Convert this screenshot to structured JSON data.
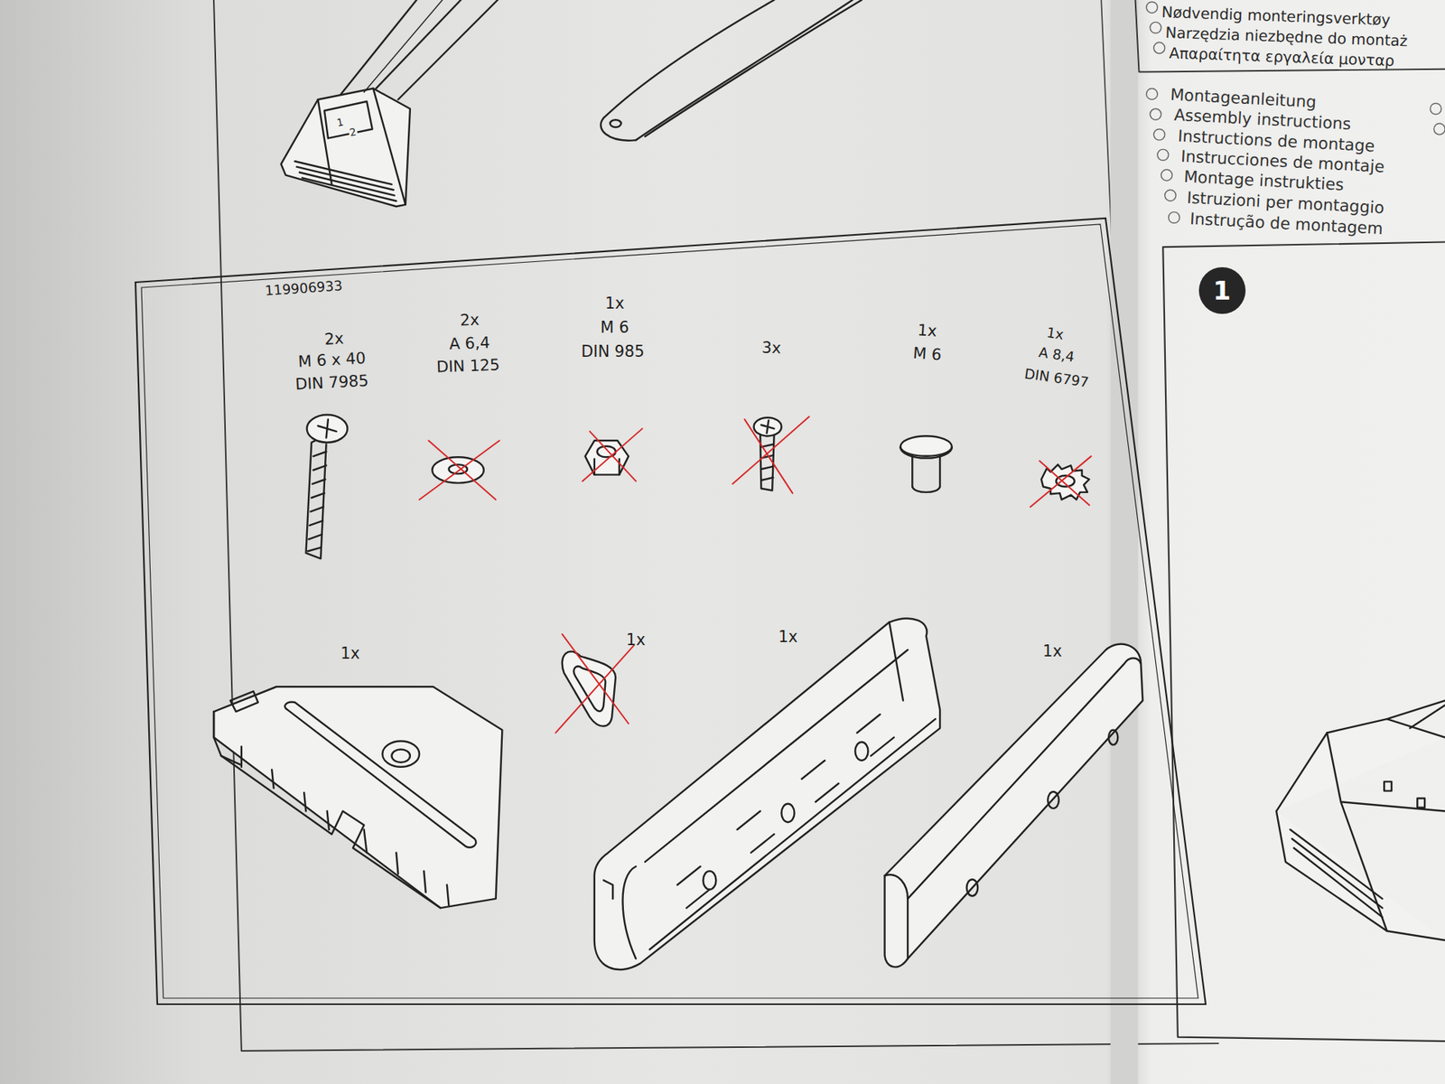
{
  "diagram": {
    "nodes": [
      {
        "text": [
          "119906933"
        ]
      },
      {
        "text": [
          "Nødvendig monteringsverktøy",
          "Narzędzia niezbędne do montaż",
          "Απαραίτητα εργαλεία μονταρ"
        ]
      },
      {
        "text": [
          "1"
        ]
      }
    ],
    "labels": [
      "1",
      "2",
      "Montageanleitung",
      "Assembly instructions",
      "Instructions de montage",
      "Instrucciones de montaje",
      "Montage instrukties",
      "Istruzioni per montaggio",
      "Instrução de montagem",
      "2x",
      "M 6 x 40",
      "DIN 7985",
      "2x",
      "A 6,4",
      "DIN 125",
      "1x",
      "M 6",
      "DIN 985",
      "3x",
      "1x",
      "M 6",
      "1x",
      "A 8,4",
      "DIN 6797",
      "1x",
      "1x",
      "1x",
      "1x"
    ]
  }
}
